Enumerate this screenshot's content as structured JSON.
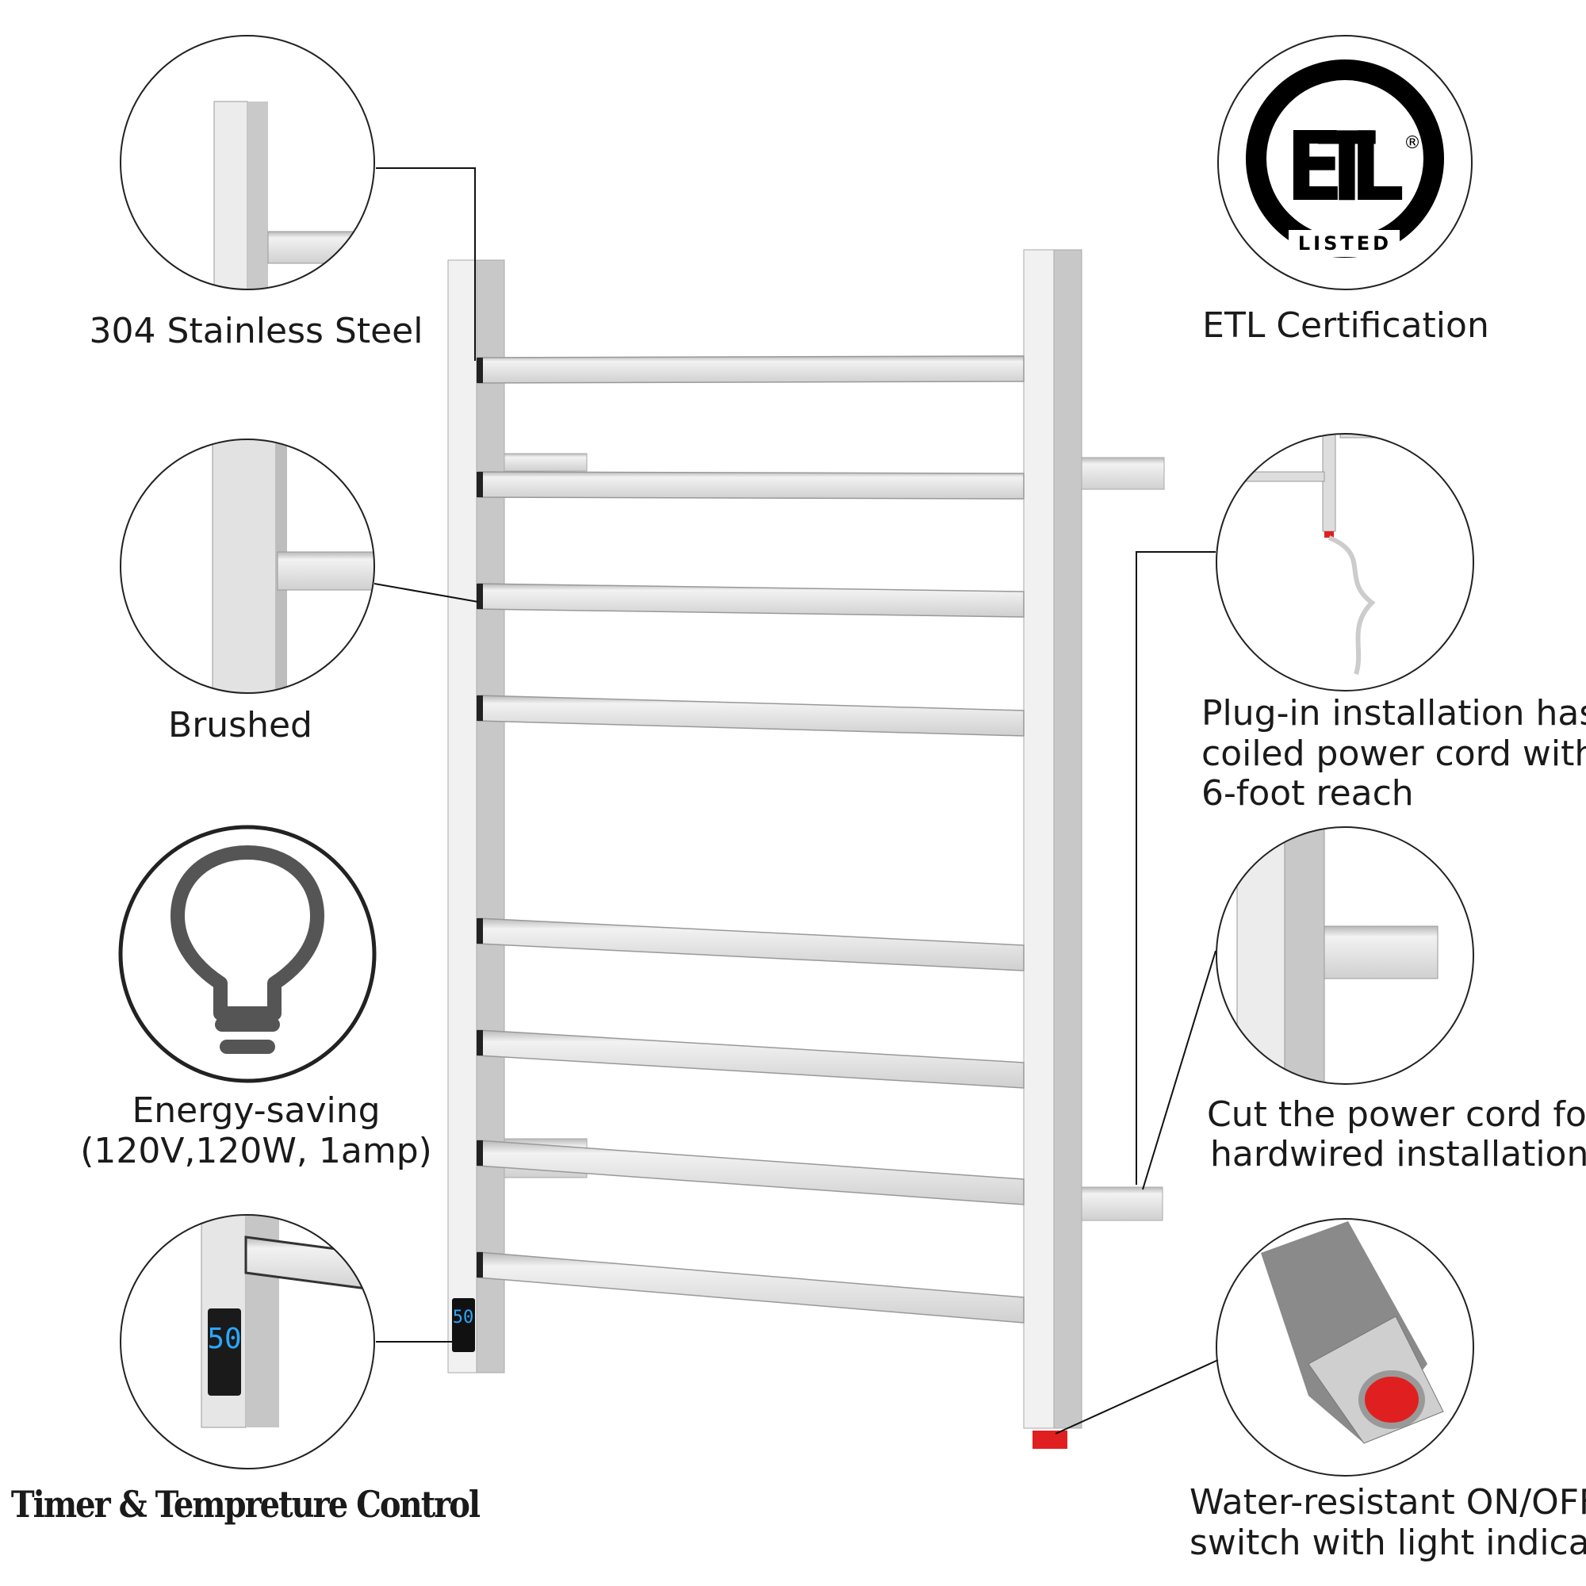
{
  "features": {
    "material": "304 Stainless Steel",
    "finish": "Brushed",
    "energy_line1": "Energy-saving",
    "energy_line2": "(120V,120W, 1amp)",
    "control": "Timer & Tempreture Control",
    "certification": "ETL Certification",
    "plugin_lines": [
      "Plug-in installation has",
      "coiled power cord with",
      "6-foot reach"
    ],
    "hardwire_lines": [
      "Cut the power cord for",
      "hardwired installation"
    ],
    "switch_lines": [
      "Water-resistant ON/OFF",
      "switch with light indicator"
    ]
  },
  "display": {
    "value": "50"
  },
  "logo": {
    "mark": "ETL",
    "listed": "LISTED",
    "registered": "®"
  },
  "colors": {
    "steel_light": "#e6e6e6",
    "steel_dark": "#b5b5b5",
    "display_digits": "#2aa8ff",
    "switch_red": "#e02020"
  }
}
